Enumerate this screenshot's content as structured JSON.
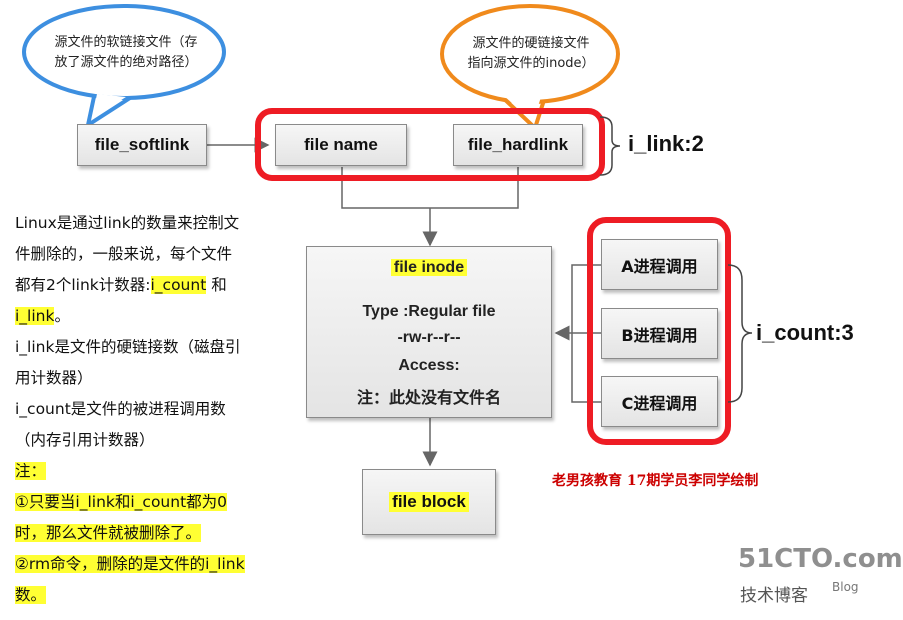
{
  "bubbles": {
    "softlink_line1": "源文件的软链接文件（存",
    "softlink_line2": "放了源文件的绝对路径）",
    "hardlink_line1": "源文件的硬链接文件",
    "hardlink_line2": "指向源文件的inode）"
  },
  "boxes": {
    "file_softlink": "file_softlink",
    "file_name": "file name",
    "file_hardlink": "file_hardlink",
    "file_inode": "file  inode",
    "inode_type": "Type :Regular file",
    "inode_perm": "-rw-r--r--",
    "inode_access": "Access:",
    "inode_note": "注：此处没有文件名",
    "file_block": "file  block",
    "proc_a": "A进程调用",
    "proc_b": "B进程调用",
    "proc_c": "C进程调用"
  },
  "labels": {
    "i_link": "i_link:2",
    "i_count": "i_count:3"
  },
  "notes": {
    "l1": "Linux是通过link的数量来控制文",
    "l2": "件删除的，一般来说，每个文件",
    "l3a": "都有2个link计数器:",
    "l3b": "i_count",
    "l3c": " 和",
    "l4a": "i_link",
    "l4b": "。",
    "l5": "i_link是文件的硬链接数（磁盘引",
    "l6": "用计数器）",
    "l7": "i_count是文件的被进程调用数",
    "l8": "（内存引用计数器）",
    "l9": "注：",
    "l10": "①只要当i_link和i_count都为0",
    "l11": "时，那么文件就被删除了。",
    "l12": "②rm命令，删除的是文件的i_link",
    "l13": "数。"
  },
  "credit": "老男孩教育  17期学员李同学绘制",
  "watermark": {
    "main": "51CTO.com",
    "sub": "技术博客",
    "blog": "Blog"
  },
  "colors": {
    "highlight_red": "#ee1c24",
    "bubble_blue": "#3d8fe0",
    "bubble_orange": "#f08a1c",
    "note_highlight": "#ffff33",
    "credit_red": "#cc0000"
  }
}
